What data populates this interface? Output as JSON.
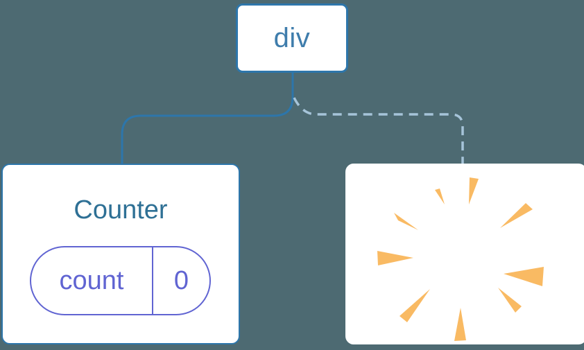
{
  "diagram": {
    "description": "component-tree-with-removed-child",
    "root": {
      "label": "div"
    },
    "left_child": {
      "title": "Counter",
      "state": {
        "key": "count",
        "value": "0"
      }
    },
    "right_child": {
      "icon": "poof-icon"
    },
    "edges": [
      {
        "from": "div",
        "to": "Counter",
        "style": "solid"
      },
      {
        "from": "div",
        "to": "removed-node",
        "style": "dashed"
      }
    ],
    "colors": {
      "background": "#4d6a72",
      "card": "#ffffff",
      "node_border": "#2d76ab",
      "root_label": "#3f7dac",
      "counter_title": "#2e7095",
      "state_purple": "#6064d2",
      "solid_edge": "#2d76ab",
      "dashed_edge": "#a6c4d9",
      "poof_orange": "#f9ba63"
    }
  }
}
